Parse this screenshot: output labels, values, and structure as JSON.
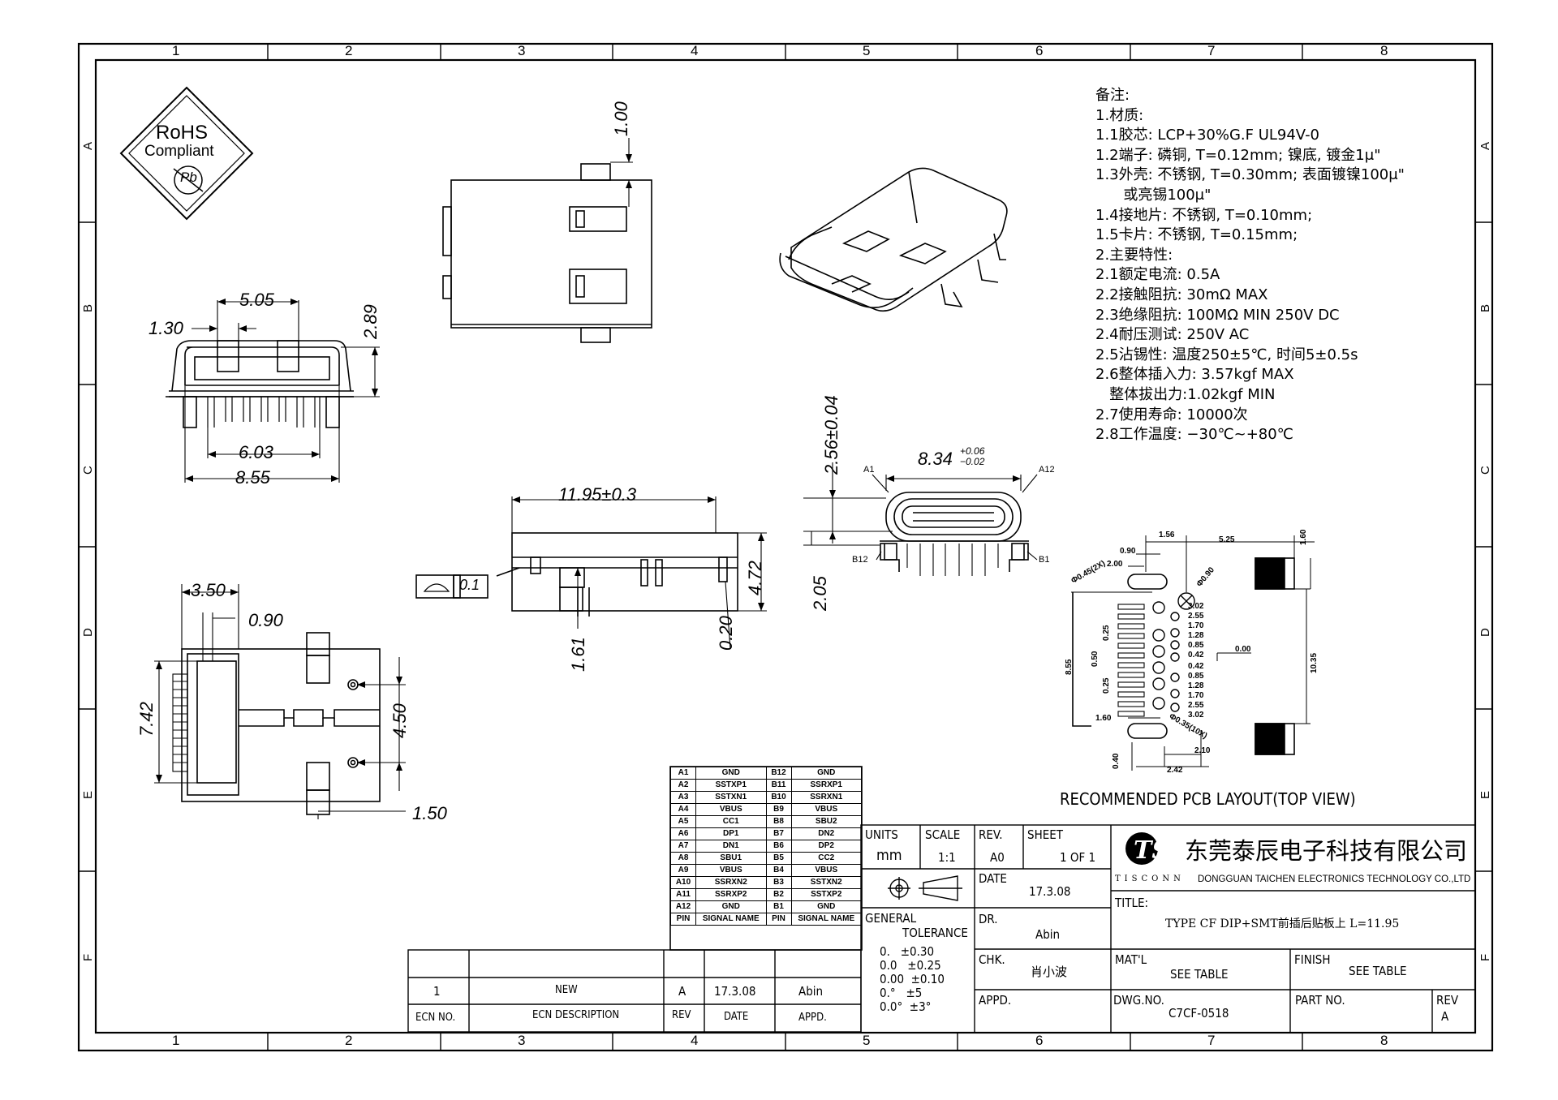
{
  "zones": {
    "cols": [
      "1",
      "2",
      "3",
      "4",
      "5",
      "6",
      "7",
      "8"
    ],
    "rows": [
      "A",
      "B",
      "C",
      "D",
      "E",
      "F"
    ]
  },
  "rohs": {
    "line1": "RoHS",
    "line2": "Compliant",
    "line3": "Pb"
  },
  "dims": {
    "d1_00": "1.00",
    "d5_05": "5.05",
    "d1_30": "1.30",
    "d2_89": "2.89",
    "d6_03": "6.03",
    "d8_55": "8.55",
    "d11_95": "11.95±0.3",
    "d4_72": "4.72",
    "d0_20": "0.20",
    "d1_61": "1.61",
    "flat_tol": "0.1",
    "d2_56": "2.56±0.04",
    "d8_34": "8.34",
    "d8_34_up": "+0.06",
    "d8_34_dn": "−0.02",
    "d2_05": "2.05",
    "pinA1": "A1",
    "pinA12": "A12",
    "pinB12": "B12",
    "pinB1": "B1",
    "d3_50": "3.50",
    "d0_90": "0.90",
    "d7_42": "7.42",
    "d4_50": "4.50",
    "d1_50": "1.50"
  },
  "pcb": {
    "title": "RECOMMENDED PCB LAYOUT(TOP VIEW)",
    "labels": {
      "l156": "1.56",
      "l525": "5.25",
      "l160a": "1.60",
      "l090": "0.90",
      "l200": "2.00",
      "l045": "Φ0.45(2X)",
      "l090b": "Φ0.90",
      "l302a": "3.02",
      "l255a": "2.55",
      "l170a": "1.70",
      "l128a": "1.28",
      "l085a": "0.85",
      "l042a": "0.42",
      "l000": "0.00",
      "l042b": "0.42",
      "l085b": "0.85",
      "l128b": "1.28",
      "l170b": "1.70",
      "l255b": "2.55",
      "l302b": "3.02",
      "l035": "Φ0.35(10X)",
      "l855": "8.55",
      "l050": "0.50",
      "l025a": "0.25",
      "l025b": "0.25",
      "l1035": "10.35",
      "l160b": "1.60",
      "l210": "2.10",
      "l040": "0.40",
      "l242": "2.42"
    }
  },
  "notes": [
    "备注:",
    "1.材质:",
    "1.1胶芯: LCP+30%G.F UL94V-0",
    "1.2端子: 磷铜, T=0.12mm; 镍底, 镀金1μ\"",
    "1.3外壳: 不锈钢, T=0.30mm; 表面镀镍100μ\"",
    "      或亮锡100μ\"",
    "1.4接地片: 不锈钢, T=0.10mm;",
    "1.5卡片: 不锈钢, T=0.15mm;",
    "2.主要特性:",
    "2.1额定电流: 0.5A",
    "2.2接触阻抗: 30mΩ MAX",
    "2.3绝缘阻抗: 100MΩ MIN 250V DC",
    "2.4耐压测试: 250V AC",
    "2.5沾锡性: 温度250±5℃, 时间5±0.5s",
    "2.6整体插入力: 3.57kgf MAX",
    "   整体拔出力:1.02kgf MIN",
    "2.7使用寿命: 10000次",
    "2.8工作温度: −30℃~+80℃"
  ],
  "pin_table": [
    [
      "A1",
      "GND",
      "B12",
      "GND"
    ],
    [
      "A2",
      "SSTXP1",
      "B11",
      "SSRXP1"
    ],
    [
      "A3",
      "SSTXN1",
      "B10",
      "SSRXN1"
    ],
    [
      "A4",
      "VBUS",
      "B9",
      "VBUS"
    ],
    [
      "A5",
      "CC1",
      "B8",
      "SBU2"
    ],
    [
      "A6",
      "DP1",
      "B7",
      "DN2"
    ],
    [
      "A7",
      "DN1",
      "B6",
      "DP2"
    ],
    [
      "A8",
      "SBU1",
      "B5",
      "CC2"
    ],
    [
      "A9",
      "VBUS",
      "B4",
      "VBUS"
    ],
    [
      "A10",
      "SSRXN2",
      "B3",
      "SSTXN2"
    ],
    [
      "A11",
      "SSRXP2",
      "B2",
      "SSTXP2"
    ],
    [
      "A12",
      "GND",
      "B1",
      "GND"
    ],
    [
      "PIN",
      "SIGNAL NAME",
      "PIN",
      "SIGNAL NAME"
    ]
  ],
  "ecn": {
    "row": {
      "no": "1",
      "desc": "NEW",
      "rev": "A",
      "date": "17.3.08",
      "appd": "Abin"
    },
    "head": {
      "no": "ECN NO.",
      "desc": "ECN  DESCRIPTION",
      "rev": "REV",
      "date": "DATE",
      "appd": "APPD."
    }
  },
  "title_block": {
    "units_label": "UNITS",
    "units": "mm",
    "scale_label": "SCALE",
    "scale": "1:1",
    "rev_label": "REV.",
    "rev": "A0",
    "sheet_label": "SHEET",
    "sheet": "1 OF 1",
    "date_label": "DATE",
    "date": "17.3.08",
    "general": "GENERAL",
    "tolerance": "TOLERANCE",
    "tol": [
      "0.   ±0.30",
      "0.0   ±0.25",
      "0.00  ±0.10",
      "0.°   ±5",
      "0.0°  ±3°"
    ],
    "dr_label": "DR.",
    "dr": "Abin",
    "chk_label": "CHK.",
    "chk": "肖小波",
    "appd_label": "APPD.",
    "company_cn": "东莞泰辰电子科技有限公司",
    "company_brand": "TISCONN",
    "company_en": "DONGGUAN TAICHEN ELECTRONICS TECHNOLOGY CO.,LTD",
    "title_label": "TITLE:",
    "title": "TYPE CF DIP+SMT前插后贴板上 L=11.95",
    "matl_label": "MAT'L",
    "matl": "SEE TABLE",
    "finish_label": "FINISH",
    "finish": "SEE TABLE",
    "dwg_label": "DWG.NO.",
    "dwg": "C7CF-0518",
    "part_label": "PART NO.",
    "rev2_label": "REV",
    "rev2": "A"
  }
}
